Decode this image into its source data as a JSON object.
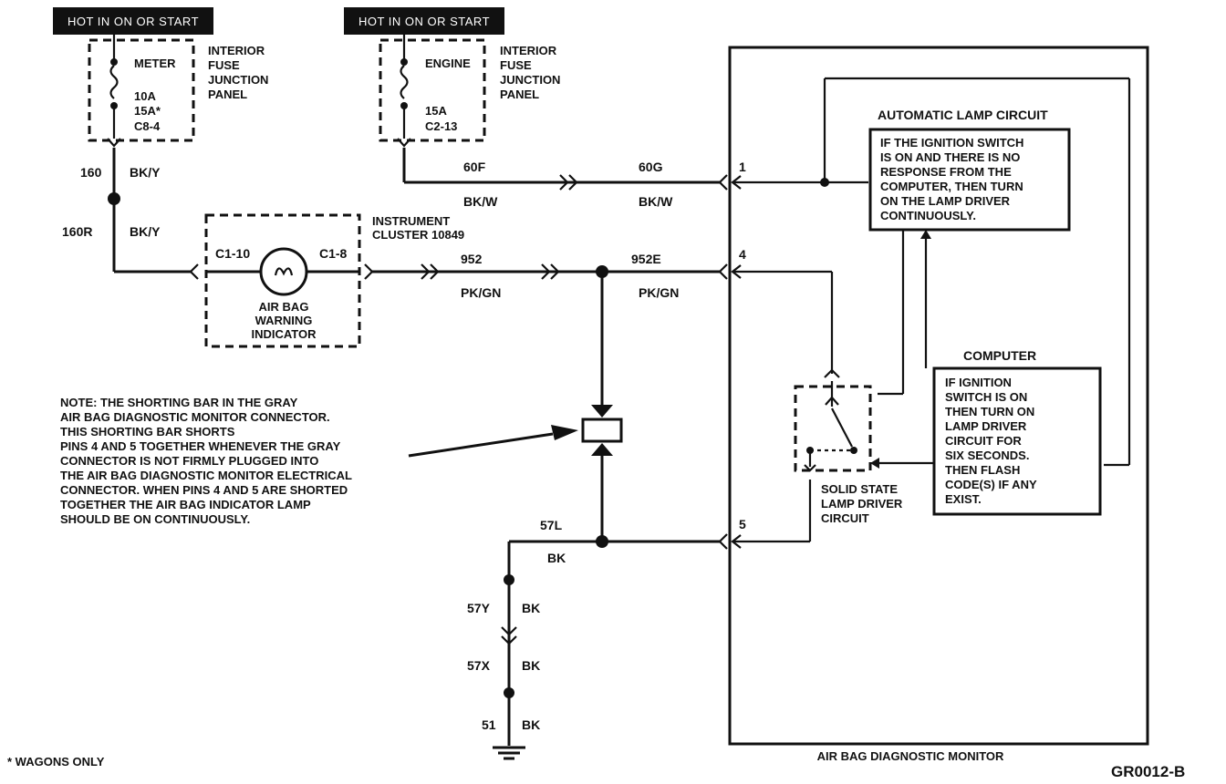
{
  "hot_label_1": "HOT IN ON OR START",
  "hot_label_2": "HOT IN ON OR START",
  "fuse1": {
    "name": "METER",
    "rating": "10A",
    "rating_alt": "15A*",
    "connector": "C8-4",
    "panel": [
      "INTERIOR",
      "FUSE",
      "JUNCTION",
      "PANEL"
    ]
  },
  "fuse2": {
    "name": "ENGINE",
    "rating": "15A",
    "connector": "C2-13",
    "panel": [
      "INTERIOR",
      "FUSE",
      "JUNCTION",
      "PANEL"
    ]
  },
  "wires": {
    "w160": "160",
    "w160_color": "BK/Y",
    "w160r": "160R",
    "w160r_color": "BK/Y",
    "w60f": "60F",
    "w60f_color": "BK/W",
    "w60g": "60G",
    "w60g_color": "BK/W",
    "w952": "952",
    "w952_color": "PK/GN",
    "w952e": "952E",
    "w952e_color": "PK/GN",
    "w57l": "57L",
    "w57l_color": "BK",
    "w57y": "57Y",
    "w57y_color": "BK",
    "w57x": "57X",
    "w57x_color": "BK",
    "w51": "51",
    "w51_color": "BK"
  },
  "cluster": {
    "title": [
      "INSTRUMENT",
      "CLUSTER 10849"
    ],
    "pin_left": "C1-10",
    "pin_right": "C1-8",
    "indicator": [
      "AIR BAG",
      "WARNING",
      "INDICATOR"
    ]
  },
  "pins": {
    "p1": "1",
    "p4": "4",
    "p5": "5"
  },
  "auto_lamp": {
    "title": "AUTOMATIC LAMP CIRCUIT",
    "text": [
      "IF THE IGNITION SWITCH",
      "IS ON AND THERE IS NO",
      "RESPONSE FROM THE",
      "COMPUTER, THEN TURN",
      "ON THE LAMP DRIVER",
      "CONTINUOUSLY."
    ]
  },
  "computer": {
    "title": "COMPUTER",
    "text": [
      "IF IGNITION",
      "SWITCH IS ON",
      "THEN TURN ON",
      "LAMP DRIVER",
      "CIRCUIT FOR",
      "SIX SECONDS.",
      "THEN FLASH",
      "CODE(S) IF ANY",
      "EXIST."
    ]
  },
  "lamp_driver": [
    "SOLID STATE",
    "LAMP DRIVER",
    "CIRCUIT"
  ],
  "note": [
    "NOTE:  THE SHORTING BAR IN THE GRAY",
    "AIR BAG DIAGNOSTIC MONITOR CONNECTOR.",
    "THIS SHORTING BAR SHORTS",
    "PINS 4 AND 5 TOGETHER WHENEVER THE GRAY",
    "CONNECTOR IS NOT FIRMLY PLUGGED INTO",
    "THE AIR BAG DIAGNOSTIC MONITOR ELECTRICAL",
    "CONNECTOR. WHEN PINS 4 AND 5 ARE SHORTED",
    "TOGETHER THE AIR BAG INDICATOR LAMP",
    "SHOULD BE ON CONTINUOUSLY."
  ],
  "wagons_note": "* WAGONS ONLY",
  "module_name": "AIR BAG DIAGNOSTIC MONITOR",
  "diagram_id": "GR0012-B"
}
